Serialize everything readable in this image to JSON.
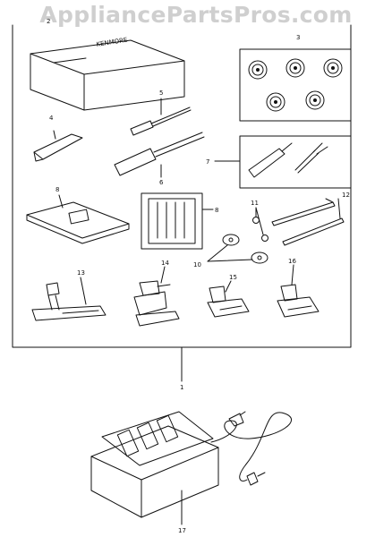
{
  "watermark": "AppliancePartsPros.com",
  "box_text": "KENMORE",
  "callouts": {
    "c2": "2",
    "c3": "3",
    "c4": "4",
    "c5": "5",
    "c6": "6",
    "c7": "7",
    "c8a": "8",
    "c8b": "8",
    "c10": "10",
    "c11": "11",
    "c12": "12",
    "c13": "13",
    "c14": "14",
    "c15": "15",
    "c16": "16",
    "c1": "1",
    "c17": "17"
  },
  "colors": {
    "ink": "#111111",
    "watermark": "#cfcfcf"
  }
}
